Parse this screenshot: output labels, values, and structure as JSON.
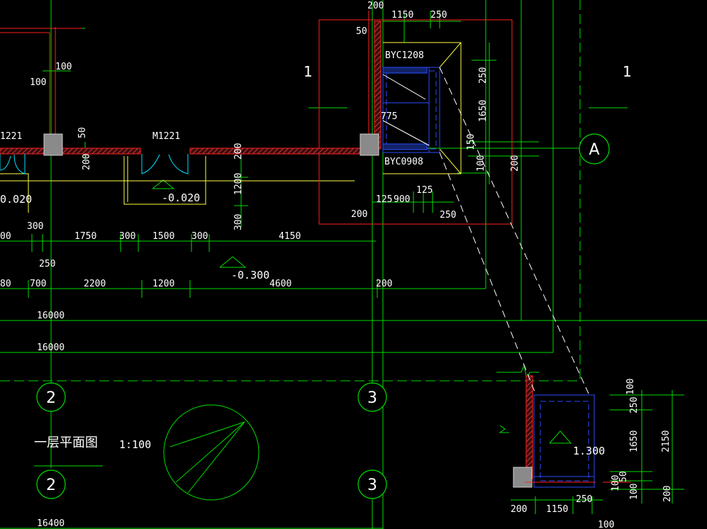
{
  "drawing": {
    "title": "一层平面图",
    "scale": "1:100"
  },
  "labels": {
    "window_1": "BYC1208",
    "window_2": "BYC0908",
    "door_1": "M1221",
    "door_2": "1221",
    "section_mark_left": "1",
    "section_mark_right": "1"
  },
  "elevations": {
    "e1": "-0.020",
    "e2": "0.020",
    "e3": "-0.300",
    "e4": "1.300"
  },
  "axes": {
    "A": "A",
    "g2_top": "2",
    "g3_top": "3",
    "g2_bottom": "2",
    "g3_bottom": "3"
  },
  "dimensions": {
    "d_200_top": "200",
    "d_1150_top": "1150",
    "d_250_top": "250",
    "d_50": "50",
    "d_100_a": "100",
    "d_100_b": "100",
    "d_50_b": "50",
    "d_200_c": "200",
    "d_200_d": "200",
    "d_1200": "1200",
    "d_300_v": "300",
    "d_250_r": "250",
    "d_1650_r": "1650",
    "d_150_r": "150",
    "d_100_r": "100",
    "d_200_r": "200",
    "d_775": "775",
    "d_125": "125",
    "d_900": "900",
    "d_125_b": "125",
    "d_200_e": "200",
    "d_250_e": "250",
    "row1_00": "00",
    "row1_300": "300",
    "row1_1750": "1750",
    "row1_300b": "300",
    "row1_1500": "1500",
    "row1_300c": "300",
    "row1_4150": "4150",
    "d_250_f": "250",
    "row2_80": "80",
    "row2_700": "700",
    "row2_2200": "2200",
    "row2_1200": "1200",
    "row2_4600": "4600",
    "row2_200": "200",
    "tot_16000_a": "16000",
    "tot_16000_b": "16000",
    "tot_16400": "16400",
    "det_100_t": "100",
    "det_250": "250",
    "det_1650": "1650",
    "det_2150": "2150",
    "det_50": "50",
    "det_100_v": "100",
    "det_100_v2": "100",
    "det_200_v": "200",
    "det_200_b": "200",
    "det_1150_b": "1150",
    "det_250_b": "250",
    "det_100_b": "100"
  },
  "colors": {
    "background": "#000000",
    "grid_green": "#00dd00",
    "wall_red": "#ff2020",
    "window_blue": "#2a4dff",
    "yellow": "#ffff40",
    "cyan": "#00e0ff",
    "grey": "#8a8a8a",
    "white": "#ffffff"
  }
}
